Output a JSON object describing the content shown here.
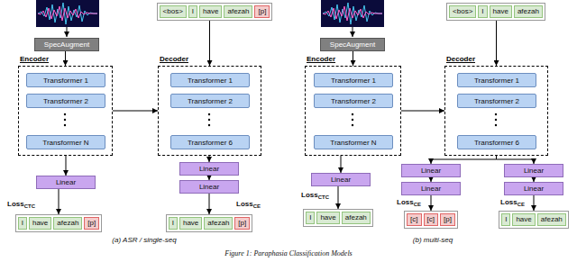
{
  "diagram": {
    "caption": "Figure 1: Paraphasia Classification Models",
    "nodes": [
      {
        "text": [
          "SpecAugment"
        ]
      },
      {
        "text": [
          "Encoder"
        ]
      },
      {
        "text": [
          "Transformer 1"
        ],
        "in": 1
      },
      {
        "text": [
          "Transformer 2"
        ],
        "in": 1
      },
      {
        "text": [
          "Transformer N"
        ],
        "in": 1
      },
      {
        "text": []
      },
      {
        "text": [
          "<bos>"
        ],
        "in": 5
      },
      {
        "text": [
          "I"
        ],
        "in": 5
      },
      {
        "text": [
          "have"
        ],
        "in": 5
      },
      {
        "text": [
          "afezah"
        ],
        "in": 5
      },
      {
        "text": [
          "[p]"
        ],
        "in": 5
      },
      {
        "text": [
          "Decoder"
        ]
      },
      {
        "text": [
          "Transformer 1"
        ],
        "in": 11
      },
      {
        "text": [
          "Transformer 2"
        ],
        "in": 11
      },
      {
        "text": [
          "Transformer 6"
        ],
        "in": 11
      },
      {
        "text": [
          "Linear"
        ]
      },
      {
        "text": [
          "Linear"
        ]
      },
      {
        "text": [
          "Linear"
        ]
      },
      {
        "text": []
      },
      {
        "text": [
          "I"
        ],
        "in": 18
      },
      {
        "text": [
          "have"
        ],
        "in": 18
      },
      {
        "text": [
          "afezah"
        ],
        "in": 18
      },
      {
        "text": [
          "[p]"
        ],
        "in": 18
      },
      {
        "text": []
      },
      {
        "text": [
          "I"
        ],
        "in": 23
      },
      {
        "text": [
          "have"
        ],
        "in": 23
      },
      {
        "text": [
          "afezah"
        ],
        "in": 23
      },
      {
        "text": [
          "[p]"
        ],
        "in": 23
      },
      {
        "text": [
          "SpecAugment"
        ]
      },
      {
        "text": [
          "Encoder"
        ]
      },
      {
        "text": [
          "Transformer 1"
        ],
        "in": 29
      },
      {
        "text": [
          "Transformer 2"
        ],
        "in": 29
      },
      {
        "text": [
          "Transformer N"
        ],
        "in": 29
      },
      {
        "text": []
      },
      {
        "text": [
          "<bos>"
        ],
        "in": 33
      },
      {
        "text": [
          "I"
        ],
        "in": 33
      },
      {
        "text": [
          "have"
        ],
        "in": 33
      },
      {
        "text": [
          "afezah"
        ],
        "in": 33
      },
      {
        "text": [
          "Decoder"
        ]
      },
      {
        "text": [
          "Transformer 1"
        ],
        "in": 38
      },
      {
        "text": [
          "Transformer 2"
        ],
        "in": 38
      },
      {
        "text": [
          "Transformer 6"
        ],
        "in": 38
      },
      {
        "text": [
          "Linear"
        ]
      },
      {
        "text": [
          "Linear"
        ]
      },
      {
        "text": [
          "Linear"
        ]
      },
      {
        "text": [
          "Linear"
        ]
      },
      {
        "text": [
          "Linear"
        ]
      },
      {
        "text": []
      },
      {
        "text": [
          "I"
        ],
        "in": 47
      },
      {
        "text": [
          "have"
        ],
        "in": 47
      },
      {
        "text": [
          "afezah"
        ],
        "in": 47
      },
      {
        "text": []
      },
      {
        "text": [
          "[c]"
        ],
        "in": 51
      },
      {
        "text": [
          "[c]"
        ],
        "in": 51
      },
      {
        "text": [
          "[p]"
        ],
        "in": 51
      },
      {
        "text": []
      },
      {
        "text": [
          "I"
        ],
        "in": 55
      },
      {
        "text": [
          "have"
        ],
        "in": 55
      },
      {
        "text": [
          "afezah"
        ],
        "in": 55
      }
    ],
    "edges": [
      {
        "from": 0,
        "to": 1,
        "arrow": "to"
      },
      {
        "from": 1,
        "to": 11,
        "arrow": "to"
      },
      {
        "from": 1,
        "to": 15,
        "arrow": "to"
      },
      {
        "from": 15,
        "to": 18,
        "arrow": "to"
      },
      {
        "from": 5,
        "to": 11,
        "arrow": "to"
      },
      {
        "from": 11,
        "to": 16,
        "arrow": "to"
      },
      {
        "from": 16,
        "to": 17,
        "arrow": "to"
      },
      {
        "from": 17,
        "to": 23,
        "arrow": "to"
      },
      {
        "from": 28,
        "to": 29,
        "arrow": "to"
      },
      {
        "from": 29,
        "to": 38,
        "arrow": "to"
      },
      {
        "from": 29,
        "to": 42,
        "arrow": "to"
      },
      {
        "from": 42,
        "to": 47,
        "arrow": "to"
      },
      {
        "from": 33,
        "to": 38,
        "arrow": "to"
      },
      {
        "from": 38,
        "to": 43,
        "arrow": "to"
      },
      {
        "from": 43,
        "to": 44,
        "arrow": "to"
      },
      {
        "from": 44,
        "to": 51,
        "arrow": "to"
      },
      {
        "from": 38,
        "to": 45,
        "arrow": "to"
      },
      {
        "from": 45,
        "to": 46,
        "arrow": "to"
      },
      {
        "from": 46,
        "to": 55,
        "arrow": "to"
      }
    ],
    "labels": [
      "Loss",
      "CTC",
      "Loss",
      "CE",
      "Loss",
      "CTC",
      "Loss",
      "CE",
      "Loss",
      "CE",
      "(a) ASR / single-seq",
      "(b) multi-seq"
    ]
  }
}
